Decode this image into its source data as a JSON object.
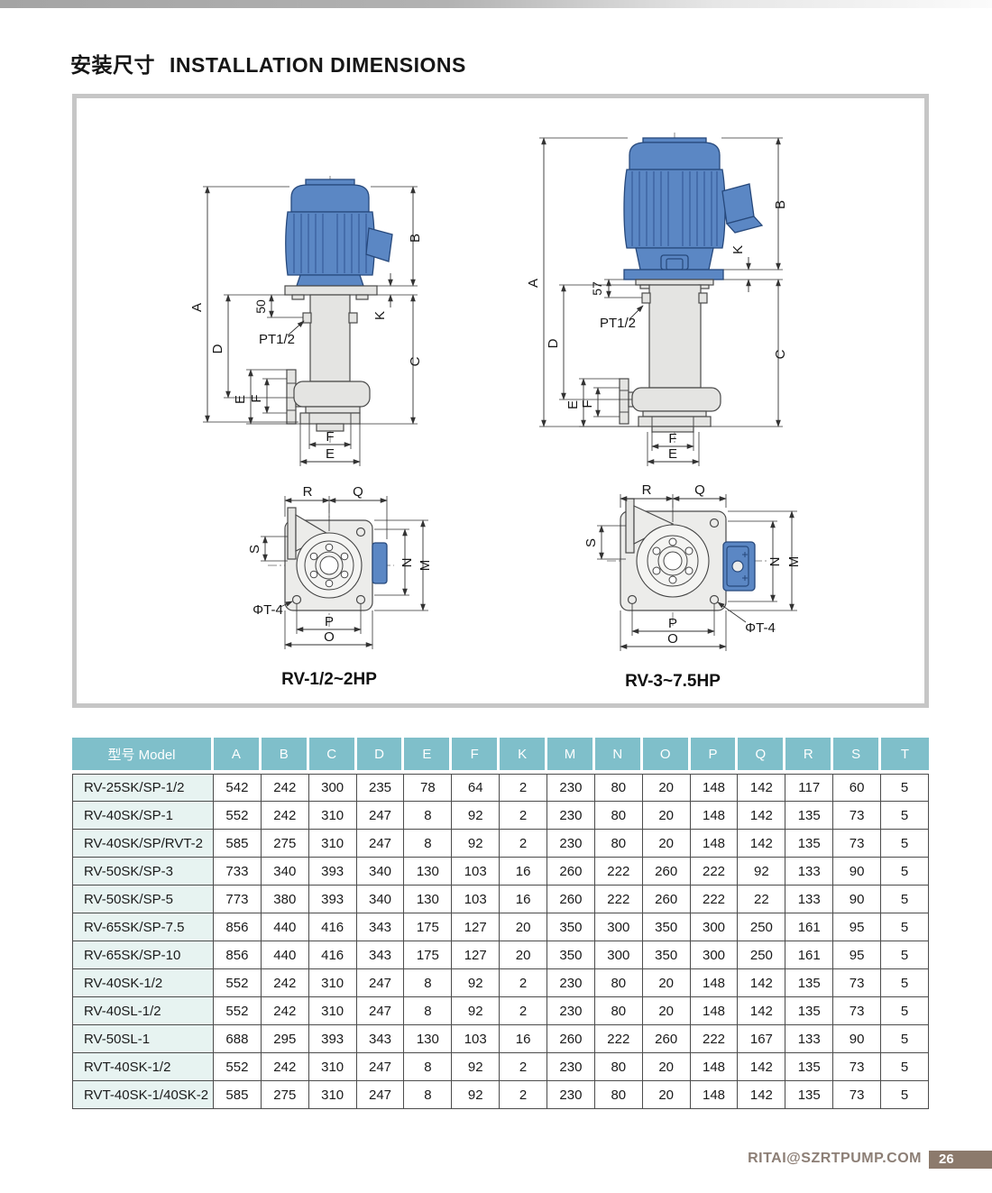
{
  "page": {
    "title_zh": "安装尺寸",
    "title_en": "INSTALLATION DIMENSIONS",
    "footer": {
      "email": "RITAI@SZRTPUMP.COM",
      "page_number": "26"
    }
  },
  "colors": {
    "table_header_bg": "#7fbfca",
    "model_column_bg": "#e7f3f1",
    "motor_blue": "#5b87c4",
    "panel_border": "#c6c6c6",
    "footer_brown": "#8c7a6c"
  },
  "diagram": {
    "labels": {
      "A": "A",
      "B": "B",
      "C": "C",
      "D": "D",
      "E": "E",
      "F": "F",
      "K": "K",
      "M": "M",
      "N": "N",
      "O": "O",
      "P": "P",
      "Q": "Q",
      "R": "R",
      "S": "S",
      "pt_thread": "PT1/2",
      "offset_small": "50",
      "offset_large": "57",
      "bolt_note": "ΦT-4"
    },
    "left_caption": "RV-1/2~2HP",
    "right_caption": "RV-3~7.5HP"
  },
  "table": {
    "headers": [
      "型号 Model",
      "A",
      "B",
      "C",
      "D",
      "E",
      "F",
      "K",
      "M",
      "N",
      "O",
      "P",
      "Q",
      "R",
      "S",
      "T"
    ],
    "rows": [
      {
        "model": "RV-25SK/SP-1/2",
        "values": [
          542,
          242,
          300,
          235,
          78,
          64,
          2,
          230,
          80,
          20,
          148,
          142,
          117,
          60,
          5
        ]
      },
      {
        "model": "RV-40SK/SP-1",
        "values": [
          552,
          242,
          310,
          247,
          8,
          92,
          2,
          230,
          80,
          20,
          148,
          142,
          135,
          73,
          5
        ]
      },
      {
        "model": "RV-40SK/SP/RVT-2",
        "values": [
          585,
          275,
          310,
          247,
          8,
          92,
          2,
          230,
          80,
          20,
          148,
          142,
          135,
          73,
          5
        ]
      },
      {
        "model": "RV-50SK/SP-3",
        "values": [
          733,
          340,
          393,
          340,
          130,
          103,
          16,
          260,
          222,
          260,
          222,
          92,
          133,
          90,
          5
        ]
      },
      {
        "model": "RV-50SK/SP-5",
        "values": [
          773,
          380,
          393,
          340,
          130,
          103,
          16,
          260,
          222,
          260,
          222,
          22,
          133,
          90,
          5
        ]
      },
      {
        "model": "RV-65SK/SP-7.5",
        "values": [
          856,
          440,
          416,
          343,
          175,
          127,
          20,
          350,
          300,
          350,
          300,
          250,
          161,
          95,
          5
        ]
      },
      {
        "model": "RV-65SK/SP-10",
        "values": [
          856,
          440,
          416,
          343,
          175,
          127,
          20,
          350,
          300,
          350,
          300,
          250,
          161,
          95,
          5
        ]
      },
      {
        "model": "RV-40SK-1/2",
        "values": [
          552,
          242,
          310,
          247,
          8,
          92,
          2,
          230,
          80,
          20,
          148,
          142,
          135,
          73,
          5
        ]
      },
      {
        "model": "RV-40SL-1/2",
        "values": [
          552,
          242,
          310,
          247,
          8,
          92,
          2,
          230,
          80,
          20,
          148,
          142,
          135,
          73,
          5
        ]
      },
      {
        "model": "RV-50SL-1",
        "values": [
          688,
          295,
          393,
          343,
          130,
          103,
          16,
          260,
          222,
          260,
          222,
          167,
          133,
          90,
          5
        ]
      },
      {
        "model": "RVT-40SK-1/2",
        "values": [
          552,
          242,
          310,
          247,
          8,
          92,
          2,
          230,
          80,
          20,
          148,
          142,
          135,
          73,
          5
        ]
      },
      {
        "model": "RVT-40SK-1/40SK-2",
        "values": [
          585,
          275,
          310,
          247,
          8,
          92,
          2,
          230,
          80,
          20,
          148,
          142,
          135,
          73,
          5
        ]
      }
    ]
  }
}
